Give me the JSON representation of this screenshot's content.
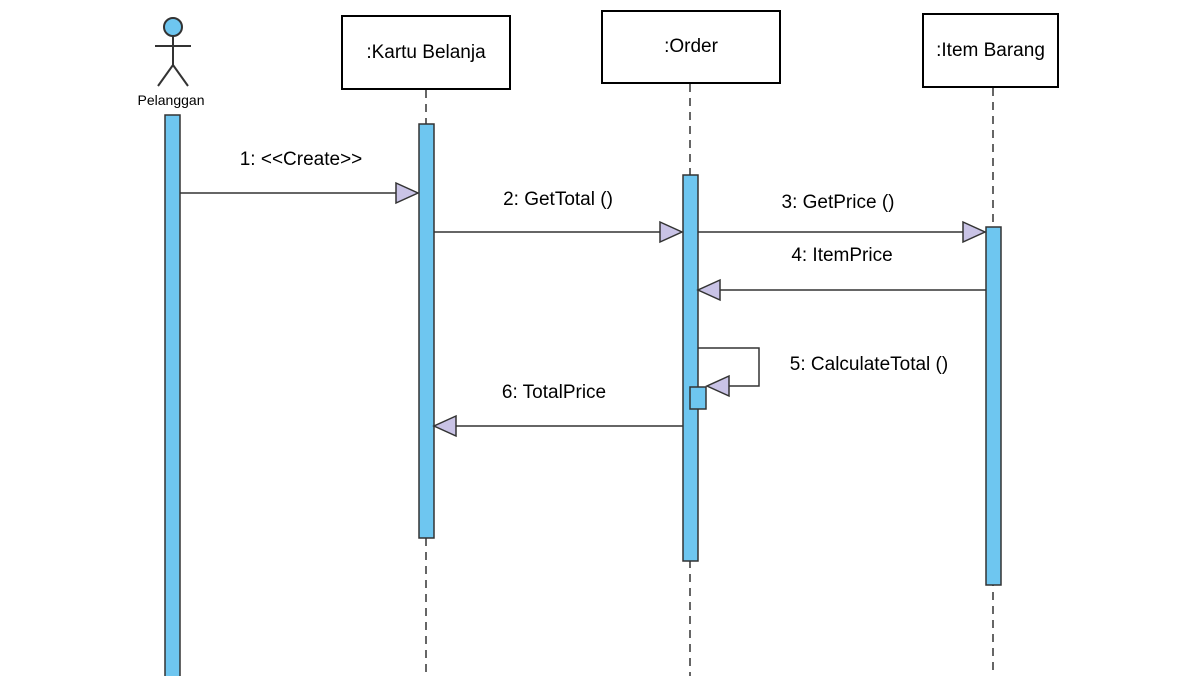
{
  "actor": {
    "name": "Pelanggan"
  },
  "objects": [
    {
      "id": "kartu",
      "label": ":Kartu Belanja"
    },
    {
      "id": "order",
      "label": ":Order"
    },
    {
      "id": "item",
      "label": ":Item Barang"
    }
  ],
  "messages": [
    {
      "label": "1: <<Create>>"
    },
    {
      "label": "2: GetTotal ()"
    },
    {
      "label": "3: GetPrice ()"
    },
    {
      "label": "4: ItemPrice"
    },
    {
      "label": "5: CalculateTotal ()"
    },
    {
      "label": "6: TotalPrice"
    }
  ],
  "colors": {
    "activation_fill": "#6EC6F0",
    "arrowhead_fill": "#C9C3E6",
    "line": "#333333"
  }
}
